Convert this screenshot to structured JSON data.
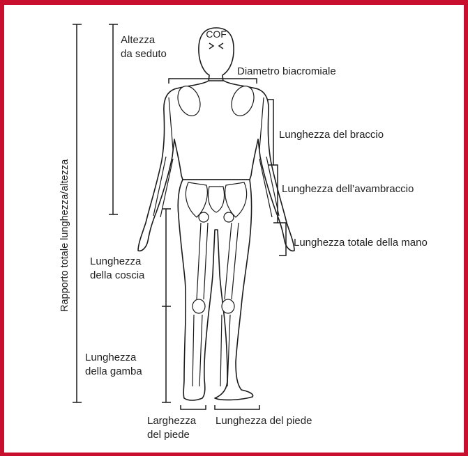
{
  "labels": {
    "cof": "COF",
    "sitting_height_line1": "Altezza",
    "sitting_height_line2": "da seduto",
    "shoulder_width": "Diametro biacromiale",
    "arm_length": "Lunghezza del braccio",
    "forearm_length": "Lunghezza dell’avambraccio",
    "hand_length": "Lunghezza totale della mano",
    "thigh_line1": "Lunghezza",
    "thigh_line2": "della coscia",
    "leg_line1": "Lunghezza",
    "leg_line2": "della gamba",
    "foot_width_line1": "Larghezza",
    "foot_width_line2": "del piede",
    "foot_length": "Lunghezza del piede",
    "total_ratio": "Rapporto totale lunghezza/altezza"
  },
  "colors": {
    "frame": "#c8102e",
    "ink": "#1a1a1a"
  }
}
